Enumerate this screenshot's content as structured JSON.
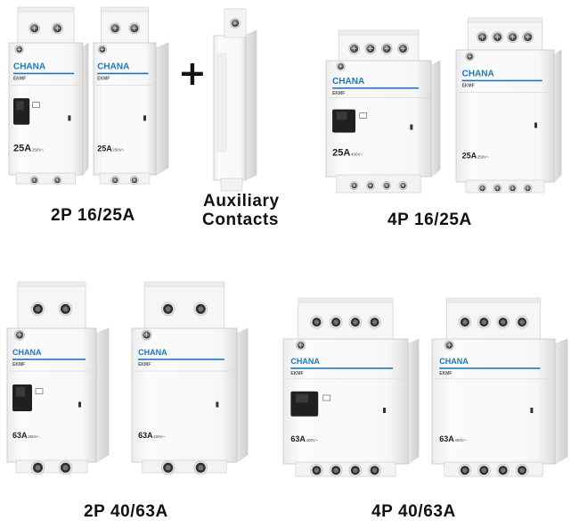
{
  "brand": {
    "name": "CHANA",
    "model": "EKMF",
    "accent_color": "#1b77c4"
  },
  "products": [
    {
      "id": "2p-16-25a-manual",
      "rating": "25A",
      "voltage": "250V~"
    },
    {
      "id": "2p-16-25a-auto",
      "rating": "25A",
      "voltage": "250V~"
    },
    {
      "id": "4p-16-25a-manual",
      "rating": "25A",
      "voltage": "400V~"
    },
    {
      "id": "4p-16-25a-auto",
      "rating": "25A",
      "voltage": "250V~"
    },
    {
      "id": "2p-40-63a-manual",
      "rating": "63A",
      "voltage": "250V~"
    },
    {
      "id": "2p-40-63a-auto",
      "rating": "63A",
      "voltage": "400V~"
    },
    {
      "id": "4p-40-63a-manual",
      "rating": "63A",
      "voltage": "400V~"
    },
    {
      "id": "4p-40-63a-auto",
      "rating": "63A",
      "voltage": "400V~"
    }
  ],
  "plus_symbol": "+",
  "captions": {
    "top_left": "2P 16/25A",
    "aux_line1": "Auxiliary",
    "aux_line2": "Contacts",
    "top_right": "4P 16/25A",
    "bottom_left": "2P 40/63A",
    "bottom_right": "4P 40/63A"
  }
}
